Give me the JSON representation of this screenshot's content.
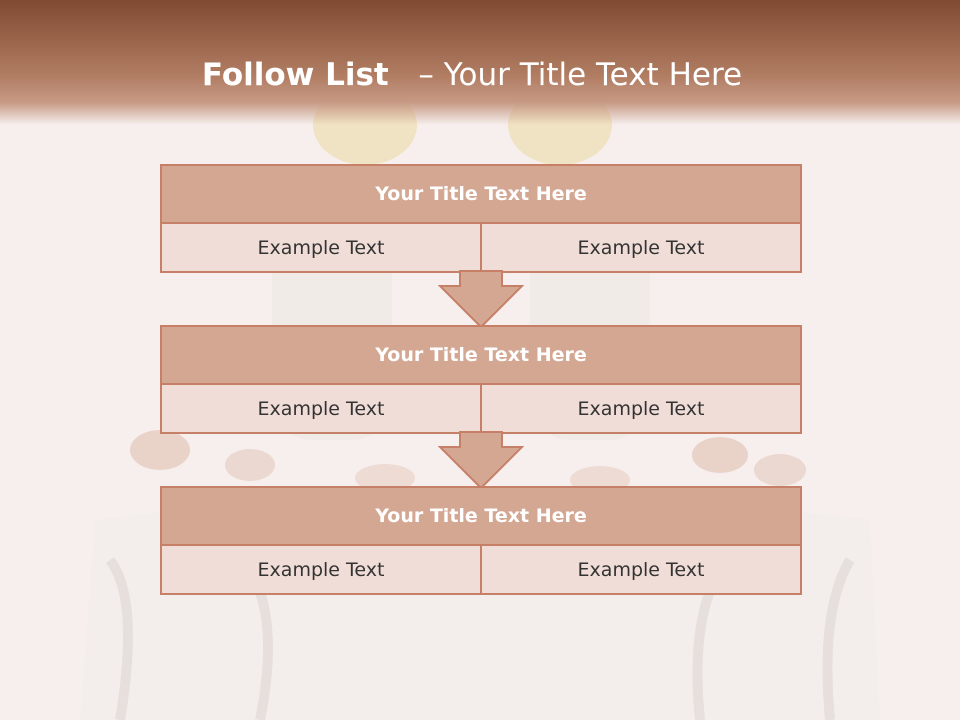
{
  "header": {
    "title_bold": "Follow List",
    "title_rest": "– Your Title Text Here"
  },
  "blocks": [
    {
      "title": "Your Title Text Here",
      "left_text": "Example Text",
      "right_text": "Example Text"
    },
    {
      "title": "Your Title Text Here",
      "left_text": "Example Text",
      "right_text": "Example Text"
    },
    {
      "title": "Your Title Text Here",
      "left_text": "Example Text",
      "right_text": "Example Text"
    }
  ],
  "colors": {
    "title_bar": "#7f4a31",
    "block_header": "#d4a793",
    "block_cell": "#f1ddd7",
    "border": "#c78068"
  }
}
